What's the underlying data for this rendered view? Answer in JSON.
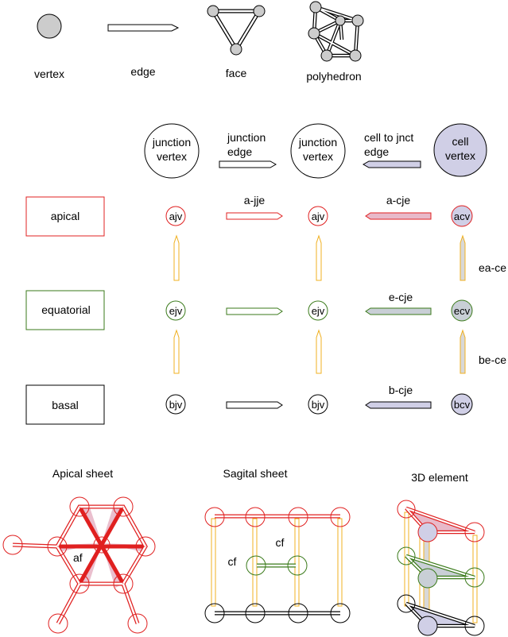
{
  "legend": {
    "vertex": "vertex",
    "edge": "edge",
    "face": "face",
    "polyhedron": "polyhedron"
  },
  "columns": {
    "junction_vertex_1": [
      "junction",
      "vertex"
    ],
    "junction_edge": [
      "junction",
      "edge"
    ],
    "junction_vertex_2": [
      "junction",
      "vertex"
    ],
    "cell_to_jnct_edge": [
      "cell to jnct",
      "edge"
    ],
    "cell_vertex": [
      "cell",
      "vertex"
    ]
  },
  "rows": {
    "apical": "apical",
    "equatorial": "equatorial",
    "basal": "basal"
  },
  "nodes": {
    "ajv": "ajv",
    "ejv": "ejv",
    "bjv": "bjv",
    "acv": "acv",
    "ecv": "ecv",
    "bcv": "bcv"
  },
  "edge_labels": {
    "a_jje": "a-jje",
    "a_cje": "a-cje",
    "e_cje": "e-cje",
    "b_cje": "b-cje",
    "ea_ce": "ea-ce",
    "be_ce": "be-ce"
  },
  "sheets": {
    "apical": "Apical sheet",
    "sagital": "Sagital sheet",
    "element_3d": "3D element"
  },
  "sheet_labels": {
    "af": "af",
    "cf_left": "cf",
    "cf_top": "cf"
  },
  "colors": {
    "apical": "#e02020",
    "equatorial": "#3a7a1a",
    "basal": "#000000",
    "yellow_edge": "#f0b020",
    "cell_fill": "#d0cfe6",
    "pink_fill": "#e8b9c9",
    "gray_fill": "#cccccc"
  }
}
